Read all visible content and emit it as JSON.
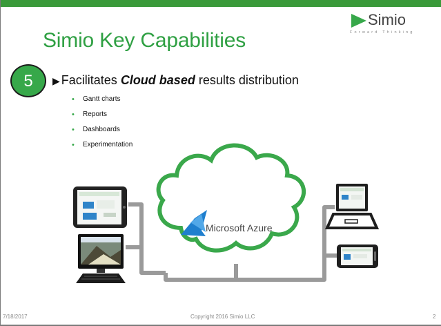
{
  "slide": {
    "title": "Simio Key Capabilities",
    "number": "5",
    "headline": {
      "arrow": "▶",
      "prefix": "Facilitates ",
      "emphasis": "Cloud based",
      "suffix": " results distribution"
    },
    "bullets": [
      "Gantt charts",
      "Reports",
      "Dashboards",
      "Experimentation"
    ],
    "cloud_label": "Microsoft Azure"
  },
  "logo": {
    "word": "Simio",
    "tagline": "Forward Thinking"
  },
  "footer": {
    "date": "7/18/2017",
    "copyright": "Copyright 2016 Simio LLC",
    "page": "2"
  },
  "colors": {
    "accent": "#37a84a",
    "title": "#2fa043",
    "cable": "#9a9a9a"
  },
  "icons": [
    "simio-logo-icon",
    "tablet-icon",
    "desktop-icon",
    "keyboard-icon",
    "laptop-icon",
    "phone-icon",
    "cloud-icon",
    "azure-logo-icon"
  ]
}
